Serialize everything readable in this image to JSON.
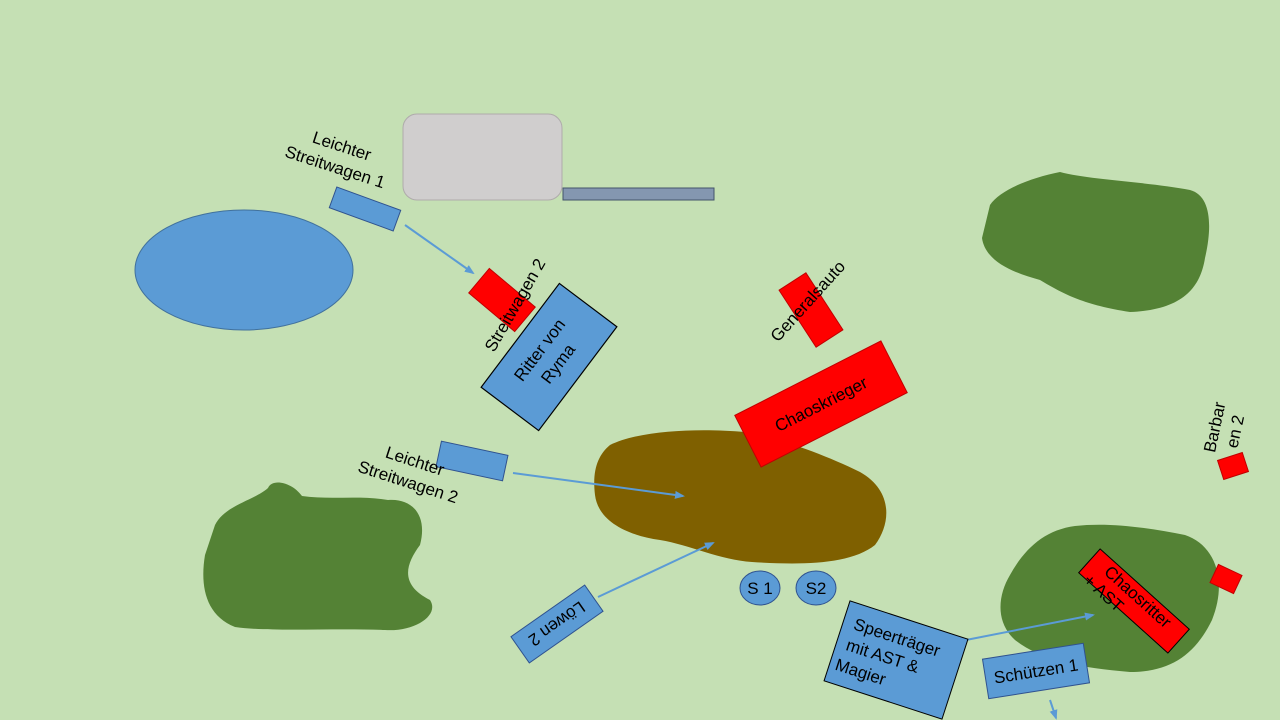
{
  "units": {
    "leichter_streitwagen_1": {
      "line1": "Leichter",
      "line2": "Streitwagen 1"
    },
    "leichter_streitwagen_2": {
      "line1": "Leichter",
      "line2": "Streitwagen 2"
    },
    "streitwagen_2": "Streitwagen 2",
    "ritter_von_ryma": {
      "line1": "Ritter von",
      "line2": "Ryma"
    },
    "generalsauto": "Generalsauto",
    "chaoskrieger": "Chaoskrieger",
    "barbaren_2": {
      "line1": "Barbar",
      "line2": "en 2"
    },
    "chaosritter": {
      "line1": "Chaosritter",
      "line2": "+ AST"
    },
    "loewen_2": "Löwen 2",
    "s1": "S 1",
    "s2": "S2",
    "speertraeger": {
      "line1": "Speerträger",
      "line2": "mit AST &",
      "line3": "Magier"
    },
    "schuetzen_1": "Schützen 1"
  },
  "colors": {
    "field": "#c5e0b4",
    "blue_unit": "#5b9bd5",
    "red_unit": "#ff0000",
    "forest": "#548235",
    "hill": "#7f6000",
    "building": "#d0cece",
    "wall": "#8497b0",
    "arrow": "#5b9bd5"
  }
}
